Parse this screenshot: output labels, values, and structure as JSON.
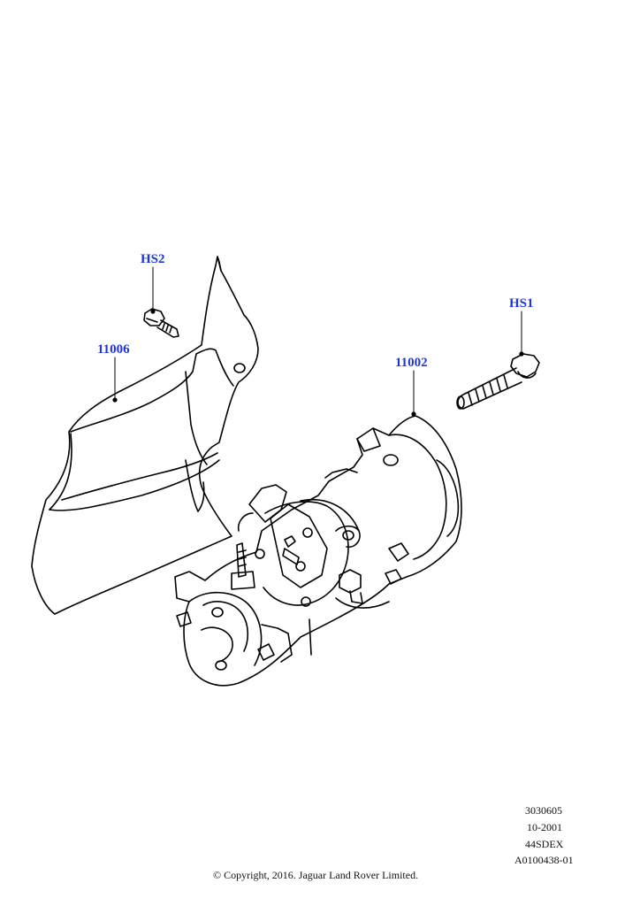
{
  "callouts": {
    "hs2": "HS2",
    "part_11006": "11006",
    "hs1": "HS1",
    "part_11002": "11002"
  },
  "reference": {
    "line1": "3030605",
    "line2": "10-2001",
    "line3": "44SDEX",
    "line4": "A0100438-01"
  },
  "copyright": "© Copyright, 2016. Jaguar Land Rover Limited.",
  "colors": {
    "callout": "#1f36d6",
    "linework": "#000000"
  }
}
